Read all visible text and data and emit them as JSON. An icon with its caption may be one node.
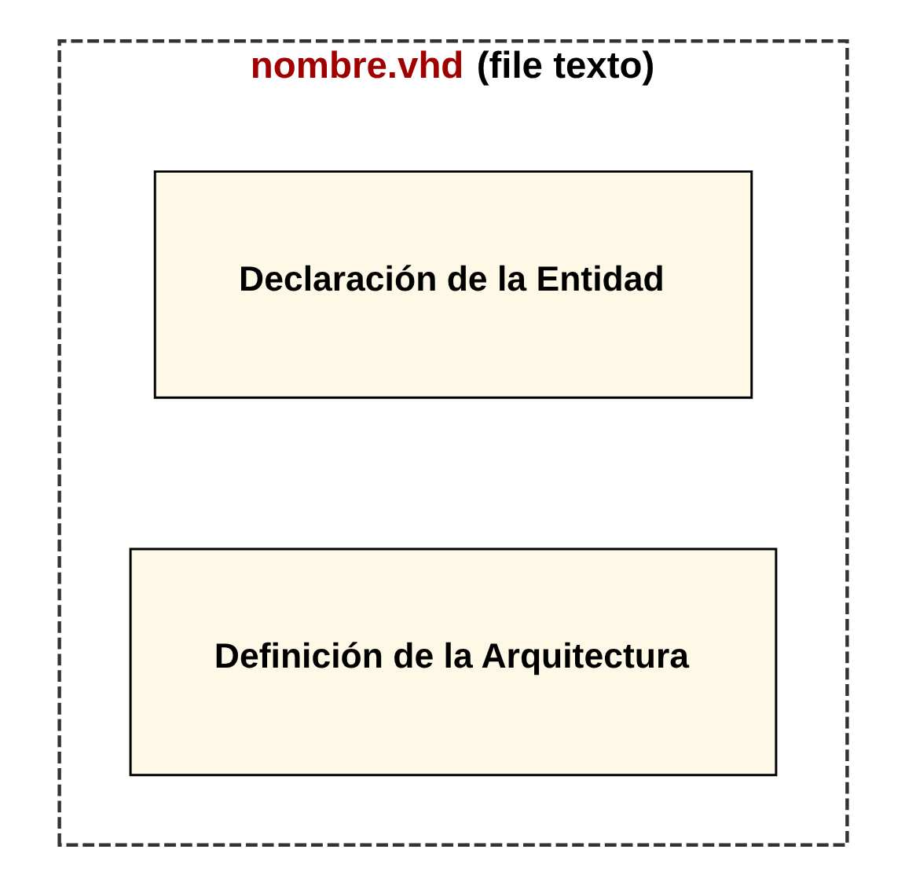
{
  "diagram": {
    "nodes": [
      {
        "text": [
          "nombre.vhd",
          "(file texto)"
        ]
      },
      {
        "text": [
          "Declaración de la Entidad"
        ],
        "in": 0
      },
      {
        "text": [
          "Definición de la Arquitectura"
        ],
        "in": 0
      }
    ],
    "edges": []
  }
}
